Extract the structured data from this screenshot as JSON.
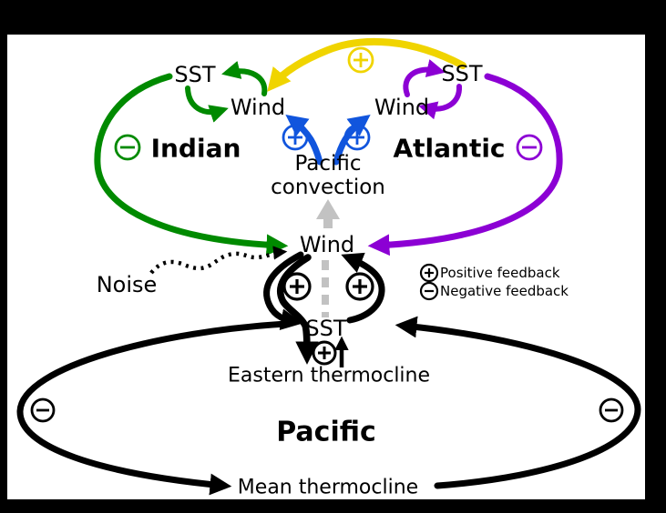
{
  "labels": {
    "indian_sst": "SST",
    "indian_wind": "Wind",
    "indian_basin": "Indian",
    "atlantic_sst": "SST",
    "atlantic_wind": "Wind",
    "atlantic_basin": "Atlantic",
    "pacific_convection_line1": "Pacific",
    "pacific_convection_line2": "convection",
    "pacific_wind": "Wind",
    "pacific_sst": "SST",
    "noise": "Noise",
    "eastern_thermocline": "Eastern thermocline",
    "pacific_basin": "Pacific",
    "mean_thermocline": "Mean thermocline"
  },
  "legend": {
    "positive_label": "Positive feedback",
    "negative_label": "Negative feedback"
  },
  "icons": {
    "positive_feedback": "circled-plus",
    "negative_feedback": "circled-minus"
  },
  "colors": {
    "indian_loop": "#008a00",
    "atlantic_loop": "#8c00d4",
    "atlantic_indian_link": "#f0d400",
    "convection_wind_link": "#1155dd",
    "pacific_core": "#000000",
    "convection_path": "#c2c2c2",
    "background": "#ffffff",
    "frame": "#000000"
  },
  "edges": [
    {
      "path": "atlantic-sst-to-indian-wind",
      "sign": "+",
      "color": "#f0d400"
    },
    {
      "path": "indian-sst-to-indian-wind-mutual",
      "color": "#008a00"
    },
    {
      "path": "indian-loop-to-pacific-wind",
      "sign": "−",
      "color": "#008a00"
    },
    {
      "path": "atlantic-sst-to-atlantic-wind-mutual",
      "color": "#8c00d4"
    },
    {
      "path": "atlantic-loop-to-pacific-wind",
      "sign": "−",
      "color": "#8c00d4"
    },
    {
      "path": "pacific-convection-to-indian-wind",
      "sign": "+",
      "color": "#1155dd"
    },
    {
      "path": "pacific-convection-to-atlantic-wind",
      "sign": "+",
      "color": "#1155dd"
    },
    {
      "path": "pacific-wind-to-sst",
      "sign": "+",
      "color": "#000000"
    },
    {
      "path": "pacific-sst-to-wind",
      "sign": "+",
      "color": "#000000"
    },
    {
      "path": "pacific-sst-to-eastern-thermocline-mutual",
      "sign": "+",
      "color": "#000000"
    },
    {
      "path": "noise-to-pacific-wind",
      "style": "dotted",
      "color": "#000000"
    },
    {
      "path": "pacific-sst-to-convection",
      "style": "dashed",
      "color": "#c2c2c2"
    },
    {
      "path": "pacific-delayed-loop-west-via-mean-thermocline",
      "sign": "−",
      "color": "#000000"
    },
    {
      "path": "pacific-delayed-loop-east-via-mean-thermocline",
      "sign": "−",
      "color": "#000000"
    }
  ]
}
